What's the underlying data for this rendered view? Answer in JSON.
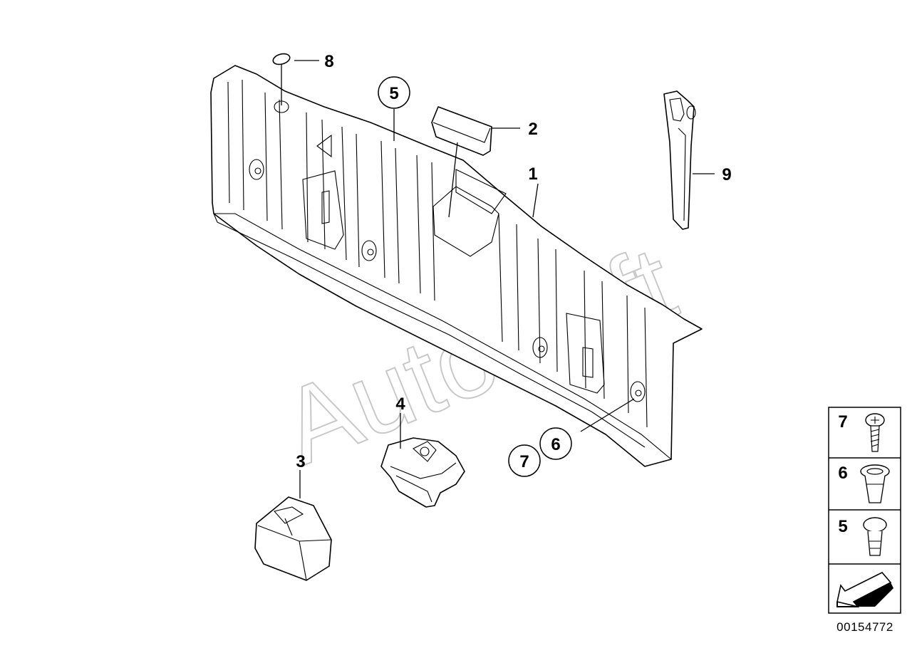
{
  "watermark": "AutoSoft",
  "callouts": {
    "c1": "1",
    "c2": "2",
    "c3": "3",
    "c4": "4",
    "c5": "5",
    "c6": "6",
    "c7": "7",
    "c8": "8",
    "c9": "9"
  },
  "legend": {
    "items": [
      {
        "number": "7",
        "icon": "screw-icon"
      },
      {
        "number": "6",
        "icon": "grommet-nut-icon"
      },
      {
        "number": "5",
        "icon": "expanding-rivet-icon"
      }
    ],
    "arrow_icon": "orientation-arrow-icon"
  },
  "diagram_id": "00154772"
}
